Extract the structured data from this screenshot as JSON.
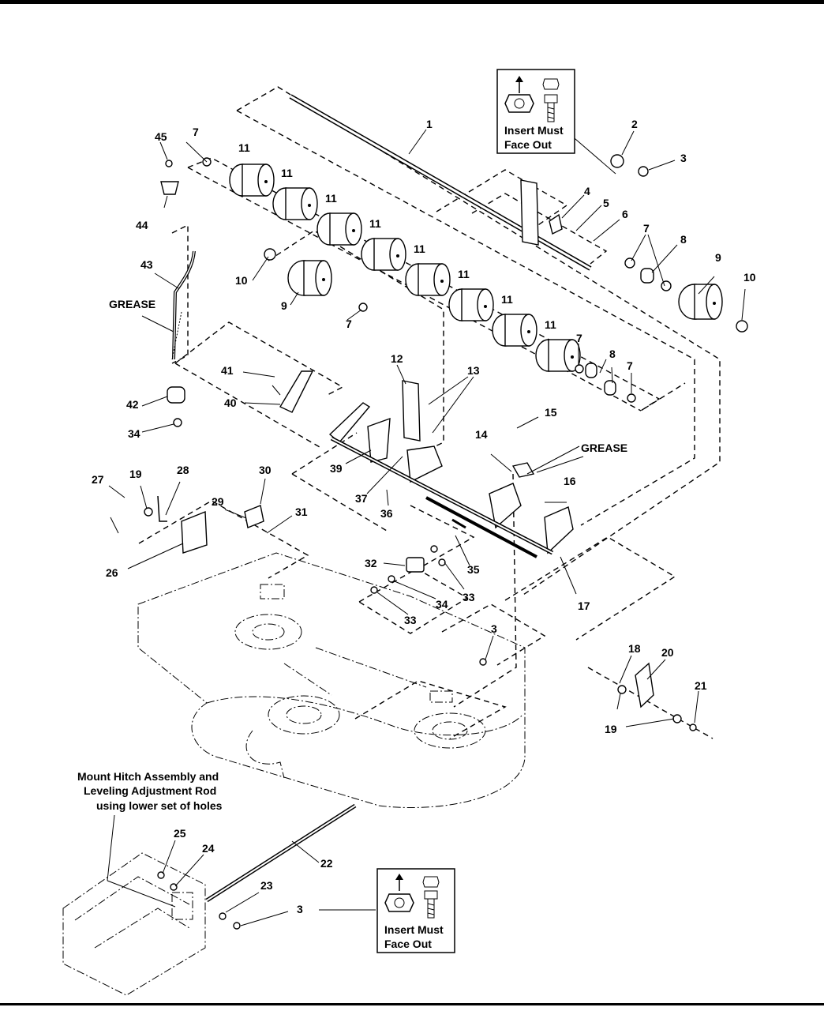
{
  "diagram": {
    "callouts": {
      "c1": "1",
      "c2": "2",
      "c3a": "3",
      "c3b": "3",
      "c3c": "3",
      "c4": "4",
      "c5": "5",
      "c6": "6",
      "c7a": "7",
      "c7b": "7",
      "c7c": "7",
      "c7d": "7",
      "c7e": "7",
      "c8a": "8",
      "c8b": "8",
      "c9a": "9",
      "c9b": "9",
      "c10a": "10",
      "c10b": "10",
      "c11a": "11",
      "c11b": "11",
      "c11c": "11",
      "c11d": "11",
      "c11e": "11",
      "c11f": "11",
      "c11g": "11",
      "c11h": "11",
      "c12": "12",
      "c13": "13",
      "c14": "14",
      "c15": "15",
      "c16": "16",
      "c17": "17",
      "c18": "18",
      "c19a": "19",
      "c19b": "19",
      "c20": "20",
      "c21": "21",
      "c22": "22",
      "c23": "23",
      "c24": "24",
      "c25": "25",
      "c26": "26",
      "c27": "27",
      "c28": "28",
      "c29": "29",
      "c30": "30",
      "c31": "31",
      "c32": "32",
      "c33a": "33",
      "c33b": "33",
      "c34a": "34",
      "c34b": "34",
      "c35": "35",
      "c36": "36",
      "c37": "37",
      "c39": "39",
      "c40": "40",
      "c41": "41",
      "c42": "42",
      "c43": "43",
      "c44": "44",
      "c45": "45"
    },
    "notes": {
      "grease_left": "GREASE",
      "grease_right": "GREASE",
      "mount_line1": "Mount Hitch Assembly and",
      "mount_line2": "Leveling Adjustment Rod",
      "mount_line3": "using lower set of holes"
    },
    "insets": {
      "top": {
        "line1": "Insert Must",
        "line2": "Face Out"
      },
      "bottom": {
        "line1": "Insert Must",
        "line2": "Face Out"
      }
    }
  }
}
